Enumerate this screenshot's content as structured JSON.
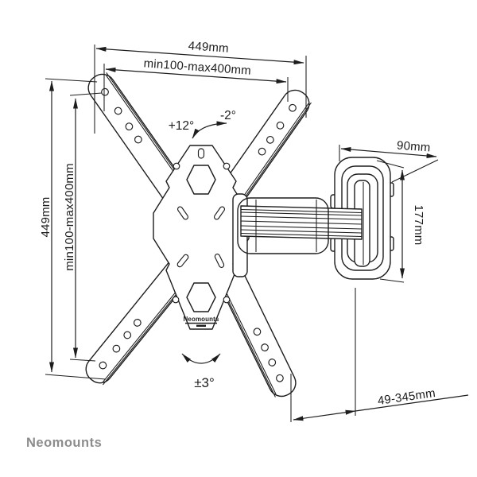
{
  "diagram": {
    "dims": {
      "overall_width": "449mm",
      "vesa_width": "min100-max400mm",
      "overall_height": "449mm",
      "vesa_height": "min100-max400mm",
      "plate_width": "90mm",
      "plate_height": "177mm",
      "extension_range": "49-345mm"
    },
    "angles": {
      "tilt_up": "+12°",
      "tilt_down": "-2°",
      "swivel": "±3°"
    },
    "bracket_label": "Neomounts",
    "colors": {
      "line": "#1d1d1d",
      "brand_gray": "#8c8c8c",
      "background": "#ffffff"
    }
  },
  "footer": {
    "brand": "Neomounts"
  }
}
